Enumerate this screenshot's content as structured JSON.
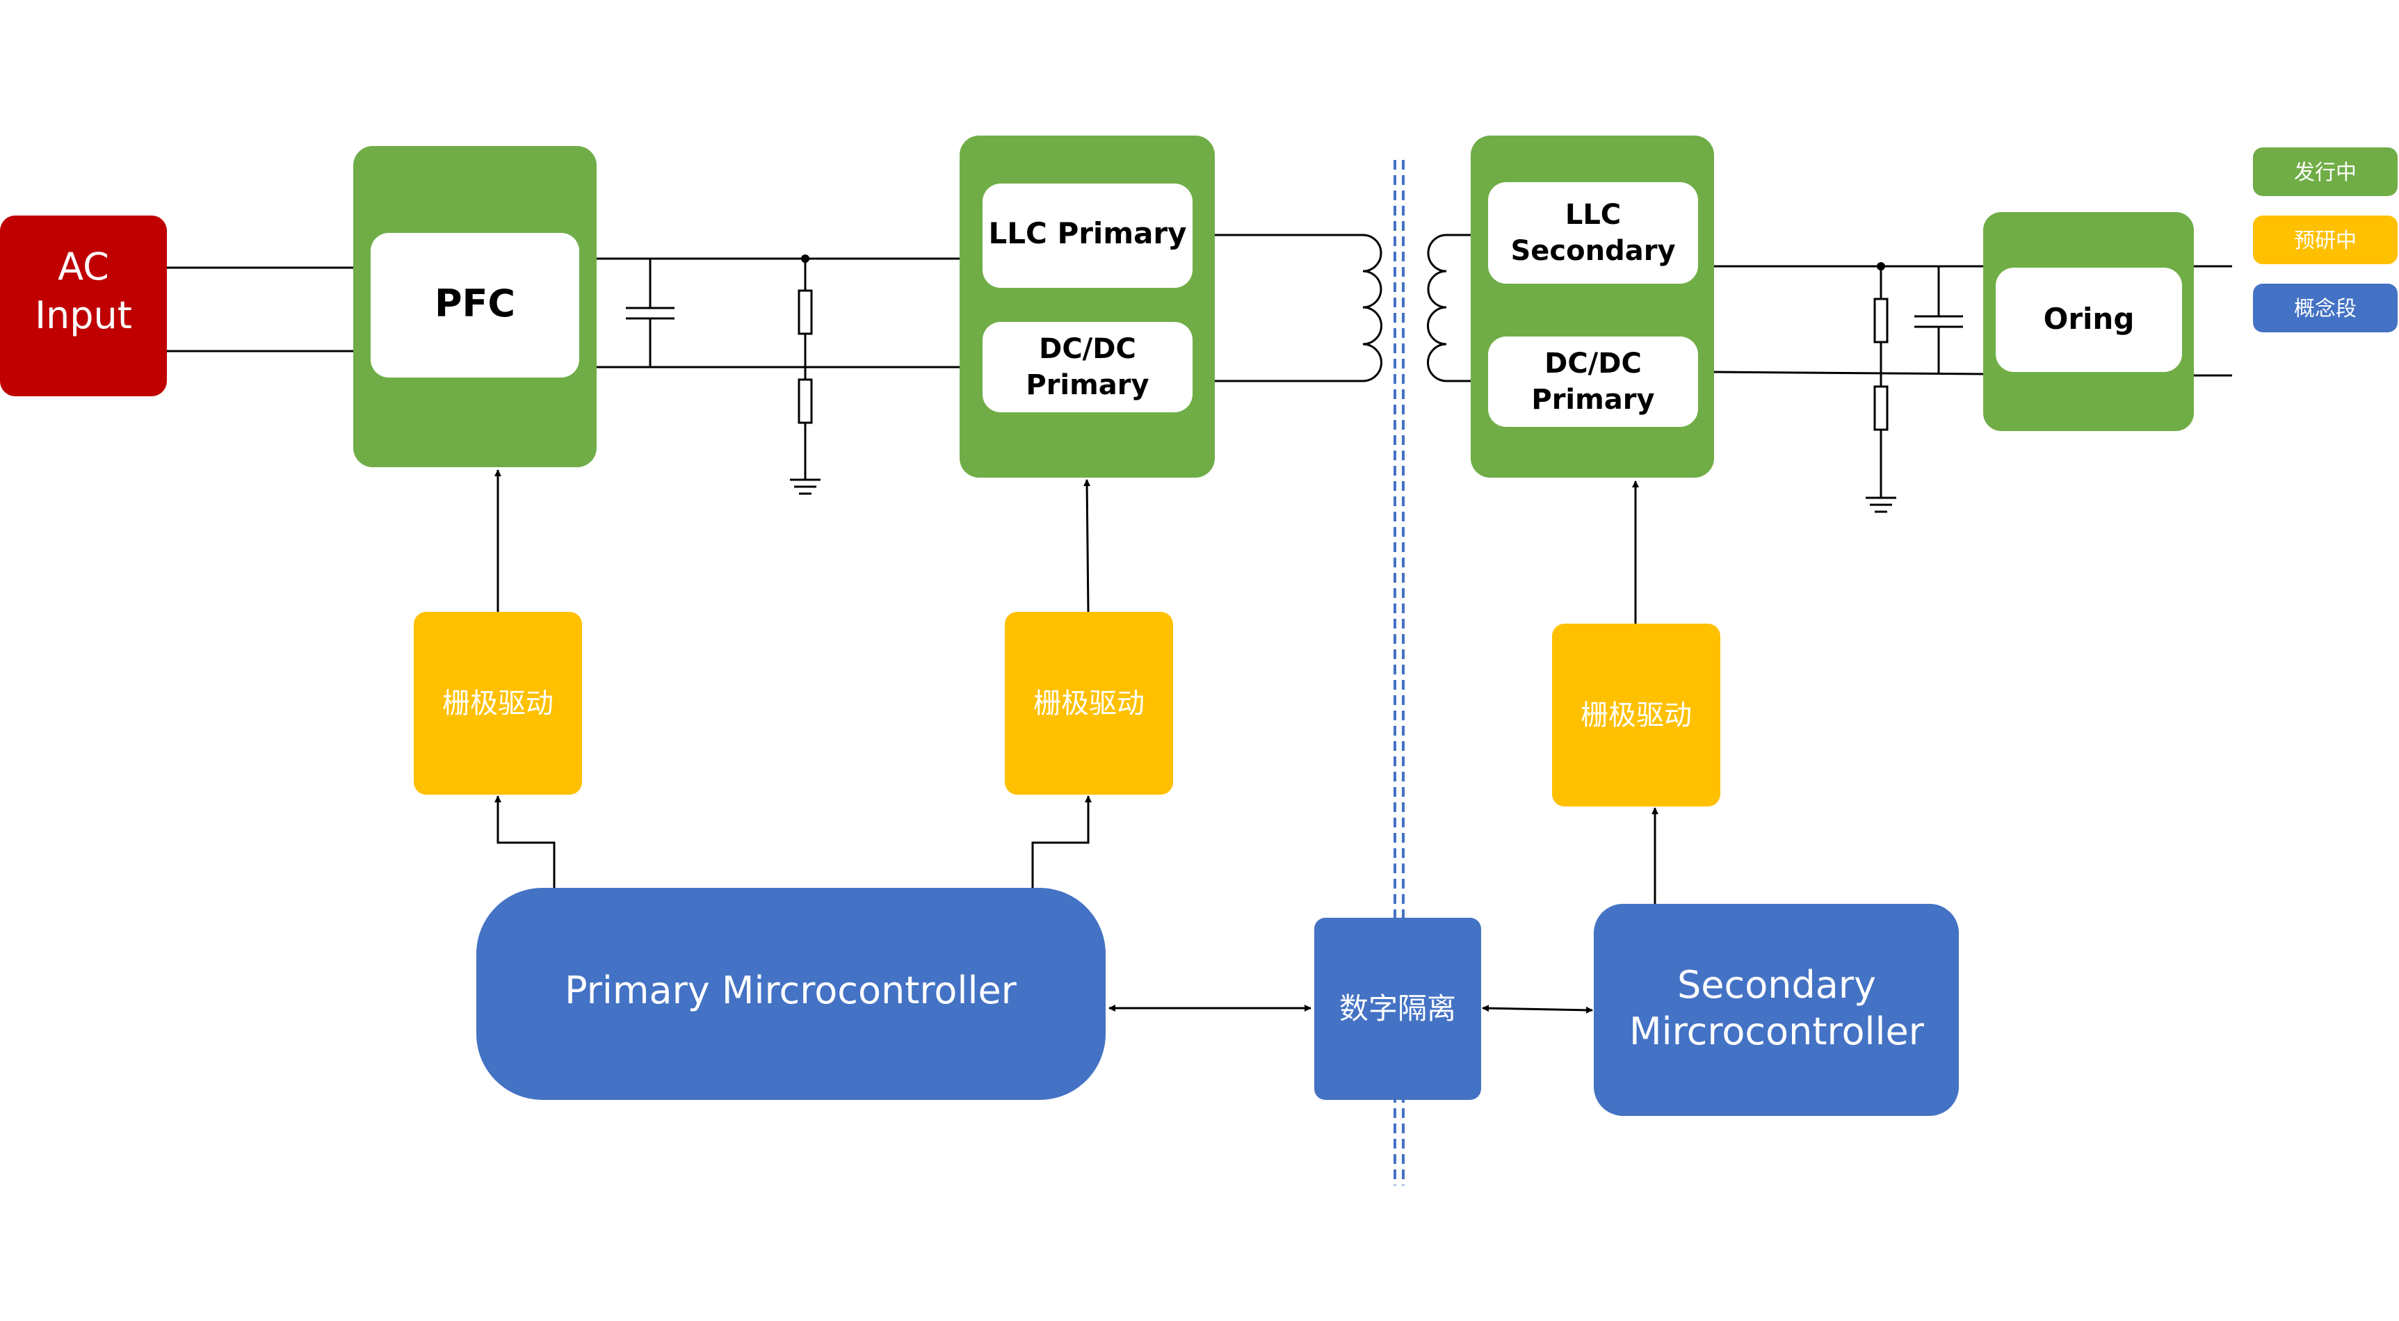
{
  "blocks": {
    "ac_input": [
      "AC",
      "Input"
    ],
    "pfc": "PFC",
    "llc_primary": "LLC Primary",
    "dcdc_primary_left": [
      "DC/DC",
      "Primary"
    ],
    "llc_secondary": [
      "LLC",
      "Secondary"
    ],
    "dcdc_primary_right": [
      "DC/DC",
      "Primary"
    ],
    "oring": "Oring",
    "gate_driver_1": "栅极驱动",
    "gate_driver_2": "栅极驱动",
    "gate_driver_3": "栅极驱动",
    "primary_mcu": "Primary Mircrocontroller",
    "isolation": "数字隔离",
    "secondary_mcu": [
      "Secondary",
      "Mircrocontroller"
    ]
  },
  "legend": {
    "released": "发行中",
    "pre_research": "预研中",
    "concept": "概念段"
  },
  "colors": {
    "red": "#C00000",
    "green": "#70AD47",
    "yellow": "#FFC000",
    "blue": "#4472C4",
    "white": "#FFFFFF",
    "isolation_line": "#4472C4"
  }
}
